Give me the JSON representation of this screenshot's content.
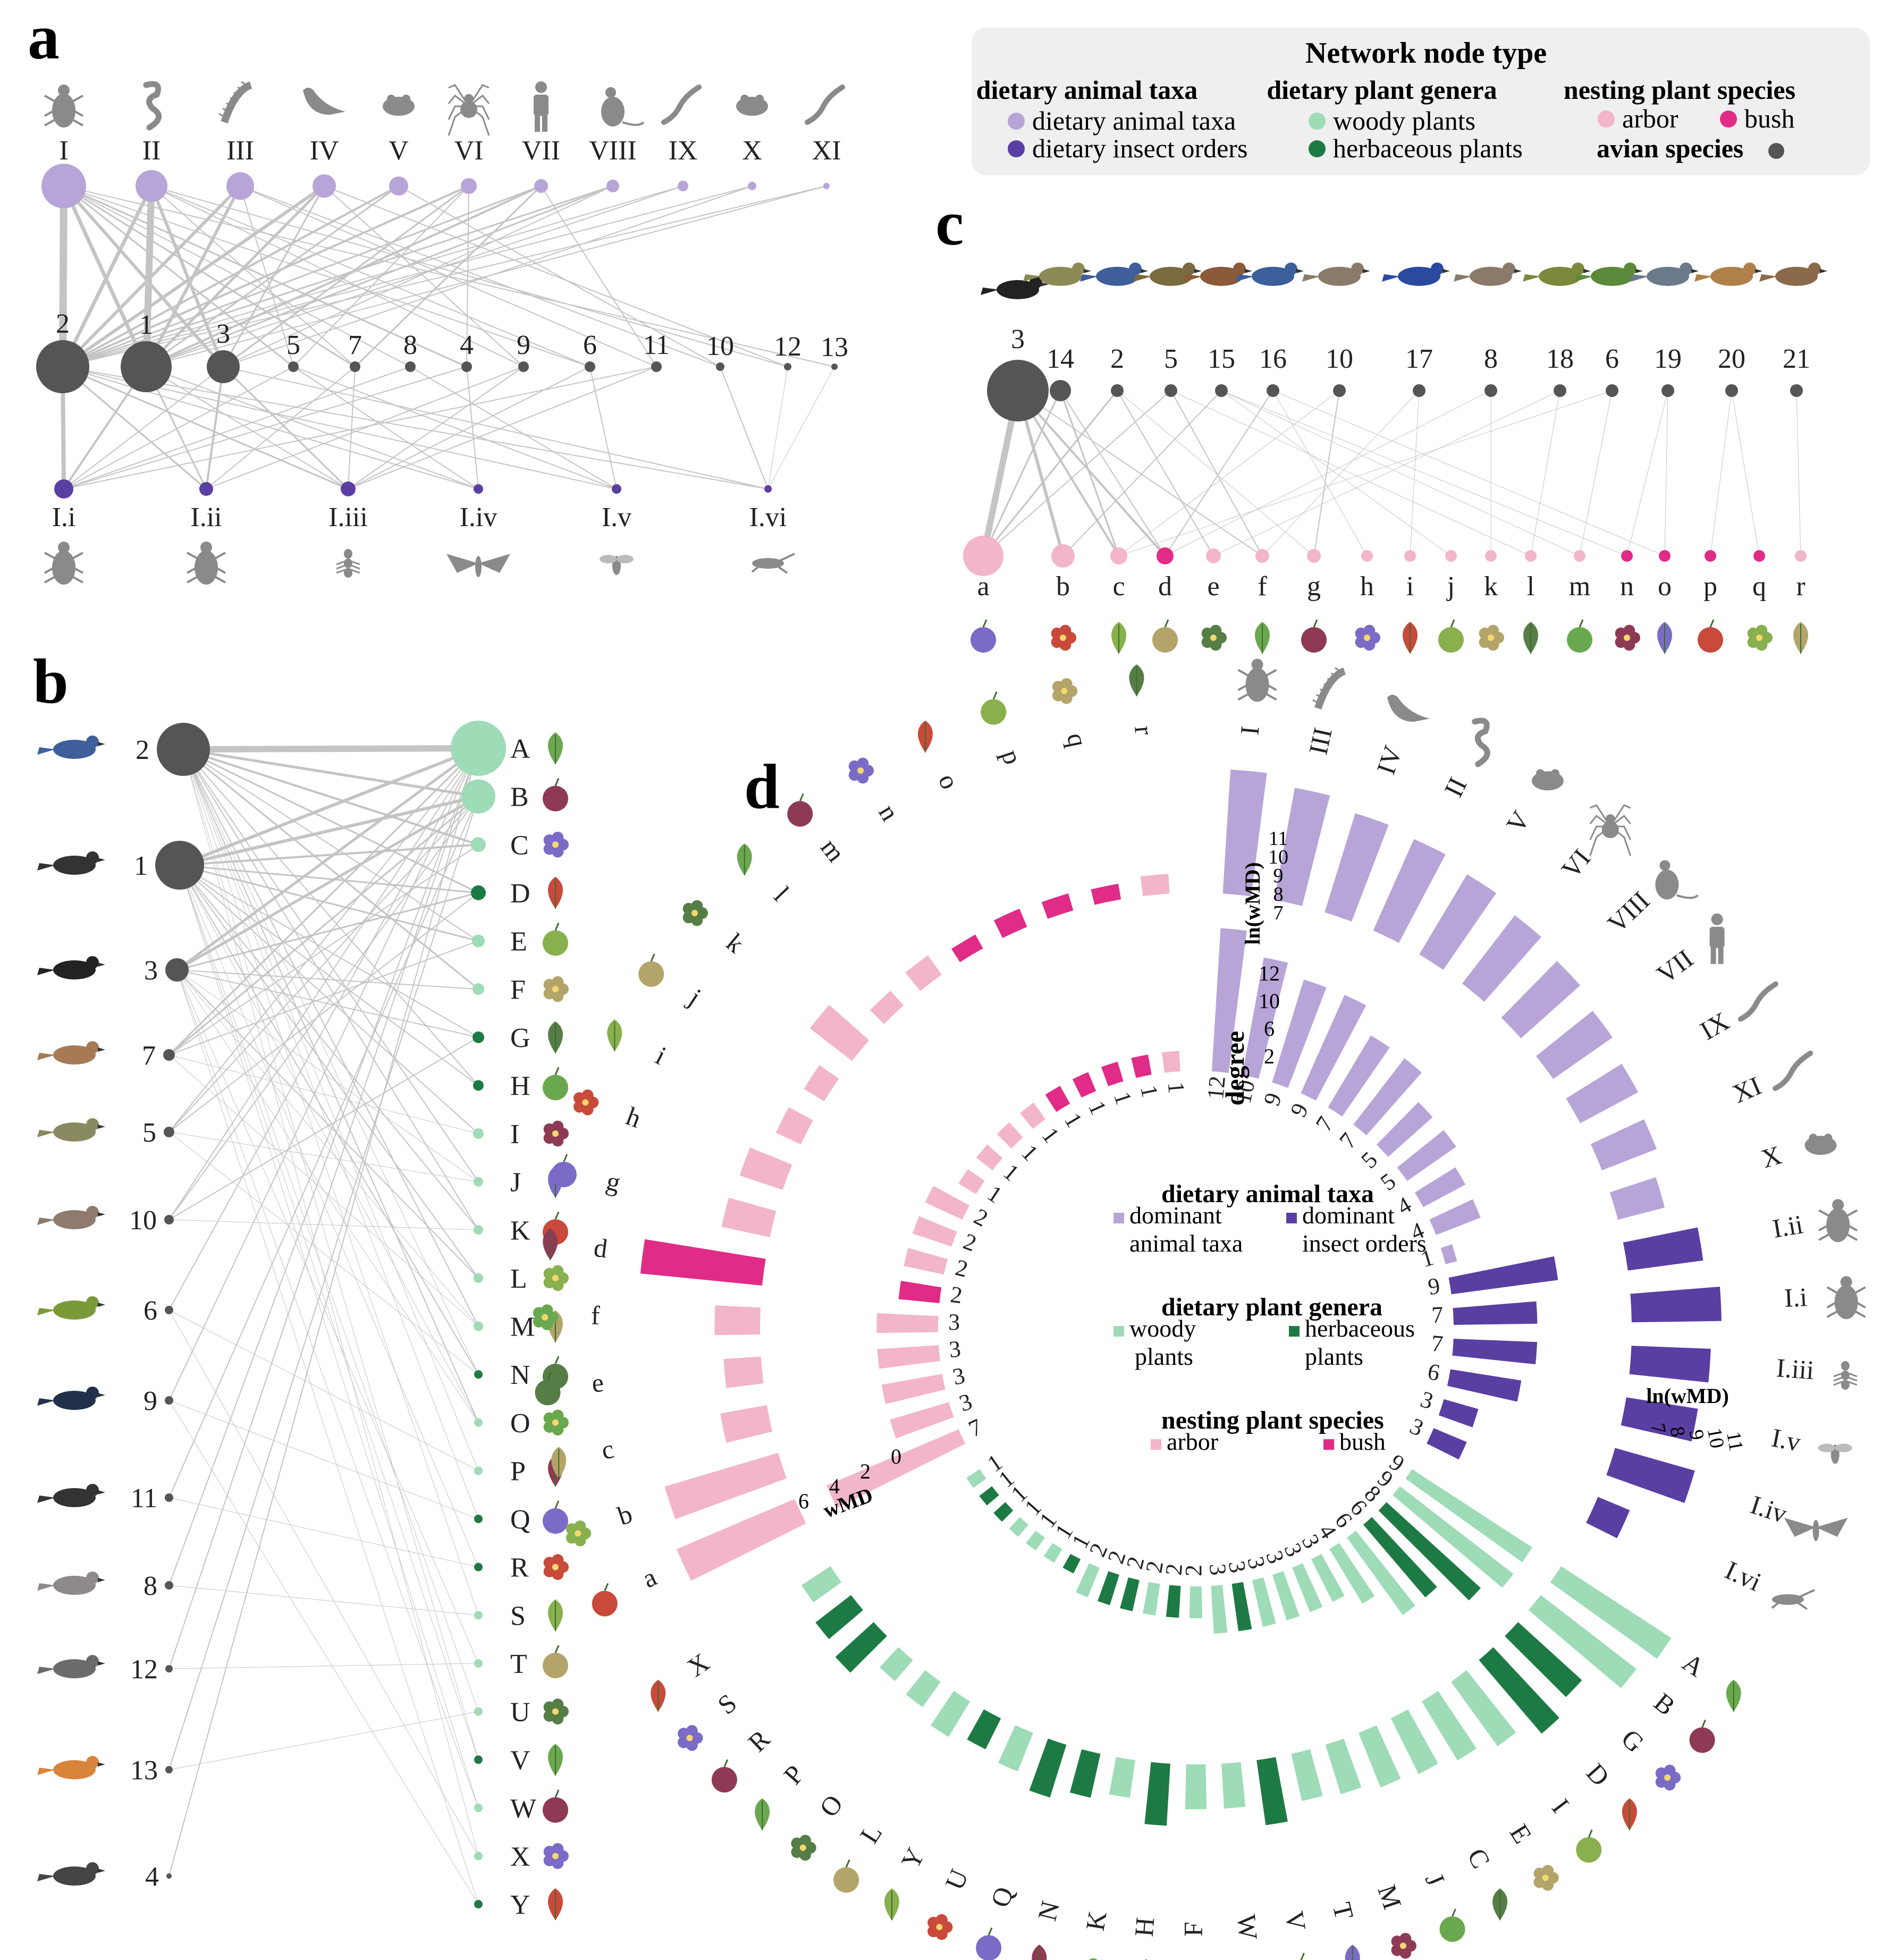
{
  "panels": {
    "a": "a",
    "b": "b",
    "c": "c",
    "d": "d"
  },
  "colors": {
    "animal": "#b7a5d8",
    "insect": "#5a3fa2",
    "woody": "#9edbb7",
    "herb": "#1e7a45",
    "arbor": "#f3b5c9",
    "bush": "#e02b87",
    "bird": "#555555",
    "edge": "#c4c4c4",
    "legend_bg": "#efefef",
    "track": "#eeeeee"
  },
  "legend": {
    "title": "Network node type",
    "animal": {
      "header": "dietary animal taxa",
      "items": [
        "dietary animal taxa",
        "dietary insect orders"
      ]
    },
    "plant": {
      "header": "dietary plant genera",
      "items": [
        "woody plants",
        "herbaceous plants"
      ]
    },
    "nest": {
      "header": "nesting plant species",
      "items": [
        "arbor",
        "bush"
      ]
    },
    "bird": "avian species"
  },
  "panel_a": {
    "top": [
      "I",
      "II",
      "III",
      "IV",
      "V",
      "VI",
      "VII",
      "VIII",
      "IX",
      "X",
      "XI"
    ],
    "birds": [
      "2",
      "1",
      "3",
      "5",
      "7",
      "8",
      "4",
      "9",
      "6",
      "11",
      "10",
      "12",
      "13"
    ],
    "bottom": [
      "I.i",
      "I.ii",
      "I.iii",
      "I.iv",
      "I.v",
      "I.vi"
    ],
    "top_icons": [
      "beetle-icon",
      "snake-icon",
      "millipede-icon",
      "bird-icon",
      "frog-icon",
      "spider-icon",
      "human-icon",
      "rat-icon",
      "lizard-icon",
      "frog-icon",
      "lizard-icon"
    ],
    "bottom_icons": [
      "beetle-icon",
      "beetle-icon",
      "ant-icon",
      "moth-icon",
      "fly-icon",
      "cricket-icon"
    ]
  },
  "panel_b": {
    "birds": [
      "2",
      "1",
      "3",
      "7",
      "5",
      "10",
      "6",
      "9",
      "11",
      "8",
      "12",
      "13",
      "4"
    ],
    "plants": [
      "A",
      "B",
      "C",
      "D",
      "E",
      "F",
      "G",
      "H",
      "I",
      "J",
      "K",
      "L",
      "M",
      "N",
      "O",
      "P",
      "Q",
      "R",
      "S",
      "T",
      "U",
      "V",
      "W",
      "X",
      "Y"
    ],
    "herb": [
      "D",
      "G",
      "H",
      "N",
      "Q",
      "R",
      "V",
      "Y"
    ]
  },
  "panel_c": {
    "birds": [
      "3",
      "14",
      "2",
      "5",
      "15",
      "16",
      "10",
      "17",
      "8",
      "18",
      "6",
      "19",
      "20",
      "21"
    ],
    "plants": [
      "a",
      "b",
      "c",
      "d",
      "e",
      "f",
      "g",
      "h",
      "i",
      "j",
      "k",
      "l",
      "m",
      "n",
      "o",
      "p",
      "q",
      "r"
    ],
    "bush": [
      "d",
      "n",
      "o",
      "p",
      "q"
    ]
  },
  "panel_d": {
    "axis_outer": "ln(wMD)",
    "axis_inner": "degree",
    "axis_wmd": "wMD",
    "outer_ticks": [
      "11",
      "10",
      "9",
      "8",
      "7"
    ],
    "inner_ticks": [
      "12",
      "10",
      "6",
      "2"
    ],
    "wmd_ticks": [
      "6",
      "4",
      "2",
      "0"
    ],
    "lnwmd_ticks": [
      "7",
      "8",
      "9",
      "10",
      "11"
    ],
    "inner_legend": {
      "h1": "dietary animal taxa",
      "a1": "dominant",
      "a2": "animal taxa",
      "b1": "dominant",
      "b2": "insect orders",
      "h2": "dietary plant genera",
      "w1": "woody",
      "w2": "plants",
      "h_1": "herbaceous",
      "h_2": "plants",
      "h3": "nesting plant species",
      "arbor": "arbor",
      "bush": "bush"
    }
  },
  "chart_data": {
    "type": "bar",
    "layout": "circular",
    "title": "",
    "animal_sector": {
      "categories": [
        "I",
        "III",
        "IV",
        "II",
        "V",
        "VI",
        "VIII",
        "VII",
        "IX",
        "XI",
        "X",
        "I.ii",
        "I.i",
        "I.iii",
        "I.v",
        "I.iv",
        "I.vi"
      ],
      "degree": [
        12,
        10,
        9,
        9,
        7,
        7,
        5,
        5,
        4,
        4,
        1,
        9,
        7,
        7,
        6,
        3,
        3
      ],
      "ln_wMD": [
        10.6,
        10.3,
        10.0,
        9.9,
        9.7,
        9.5,
        9.3,
        9.1,
        8.9,
        8.7,
        8.4,
        9.2,
        9.6,
        9.3,
        9.1,
        9.4,
        8.0
      ]
    },
    "plant_sector": {
      "categories": [
        "A",
        "B",
        "G",
        "D",
        "I",
        "E",
        "C",
        "J",
        "M",
        "T",
        "V",
        "W",
        "F",
        "H",
        "K",
        "N",
        "Q",
        "U",
        "Y",
        "L",
        "O",
        "P",
        "R",
        "S",
        "X"
      ],
      "type": [
        "woody",
        "woody",
        "herb",
        "herb",
        "woody",
        "woody",
        "woody",
        "woody",
        "woody",
        "woody",
        "herb",
        "woody",
        "woody",
        "herb",
        "woody",
        "herb",
        "herb",
        "woody",
        "herb",
        "woody",
        "woody",
        "woody",
        "herb",
        "herb",
        "woody"
      ],
      "degree": [
        9,
        9,
        8,
        6,
        6,
        4,
        3,
        3,
        3,
        3,
        3,
        3,
        2,
        2,
        2,
        2,
        2,
        2,
        1,
        1,
        1,
        1,
        1,
        1,
        1
      ],
      "ln_wMD": [
        10.8,
        10.5,
        9.5,
        9.8,
        9.3,
        9.0,
        8.8,
        8.7,
        8.5,
        8.4,
        8.9,
        8.3,
        8.3,
        8.8,
        8.1,
        8.3,
        8.6,
        8.2,
        8.0,
        8.2,
        7.9,
        7.8,
        8.5,
        8.3,
        8.0
      ]
    },
    "nest_sector": {
      "categories": [
        "a",
        "b",
        "c",
        "e",
        "f",
        "d",
        "g",
        "h",
        "i",
        "j",
        "k",
        "l",
        "m",
        "n",
        "o",
        "p",
        "q",
        "r"
      ],
      "type": [
        "arbor",
        "arbor",
        "arbor",
        "arbor",
        "arbor",
        "bush",
        "arbor",
        "arbor",
        "arbor",
        "arbor",
        "arbor",
        "arbor",
        "arbor",
        "bush",
        "bush",
        "bush",
        "bush",
        "arbor"
      ],
      "degree": [
        7,
        3,
        3,
        3,
        3,
        2,
        2,
        2,
        2,
        1,
        1,
        1,
        1,
        1,
        1,
        1,
        1,
        1
      ],
      "wMD": [
        6.5,
        6.0,
        2.4,
        1.9,
        2.3,
        6.2,
        2.5,
        2.3,
        1.4,
        1.2,
        2.7,
        1.0,
        1.2,
        0.8,
        1.0,
        0.9,
        0.8,
        1.0
      ]
    }
  }
}
